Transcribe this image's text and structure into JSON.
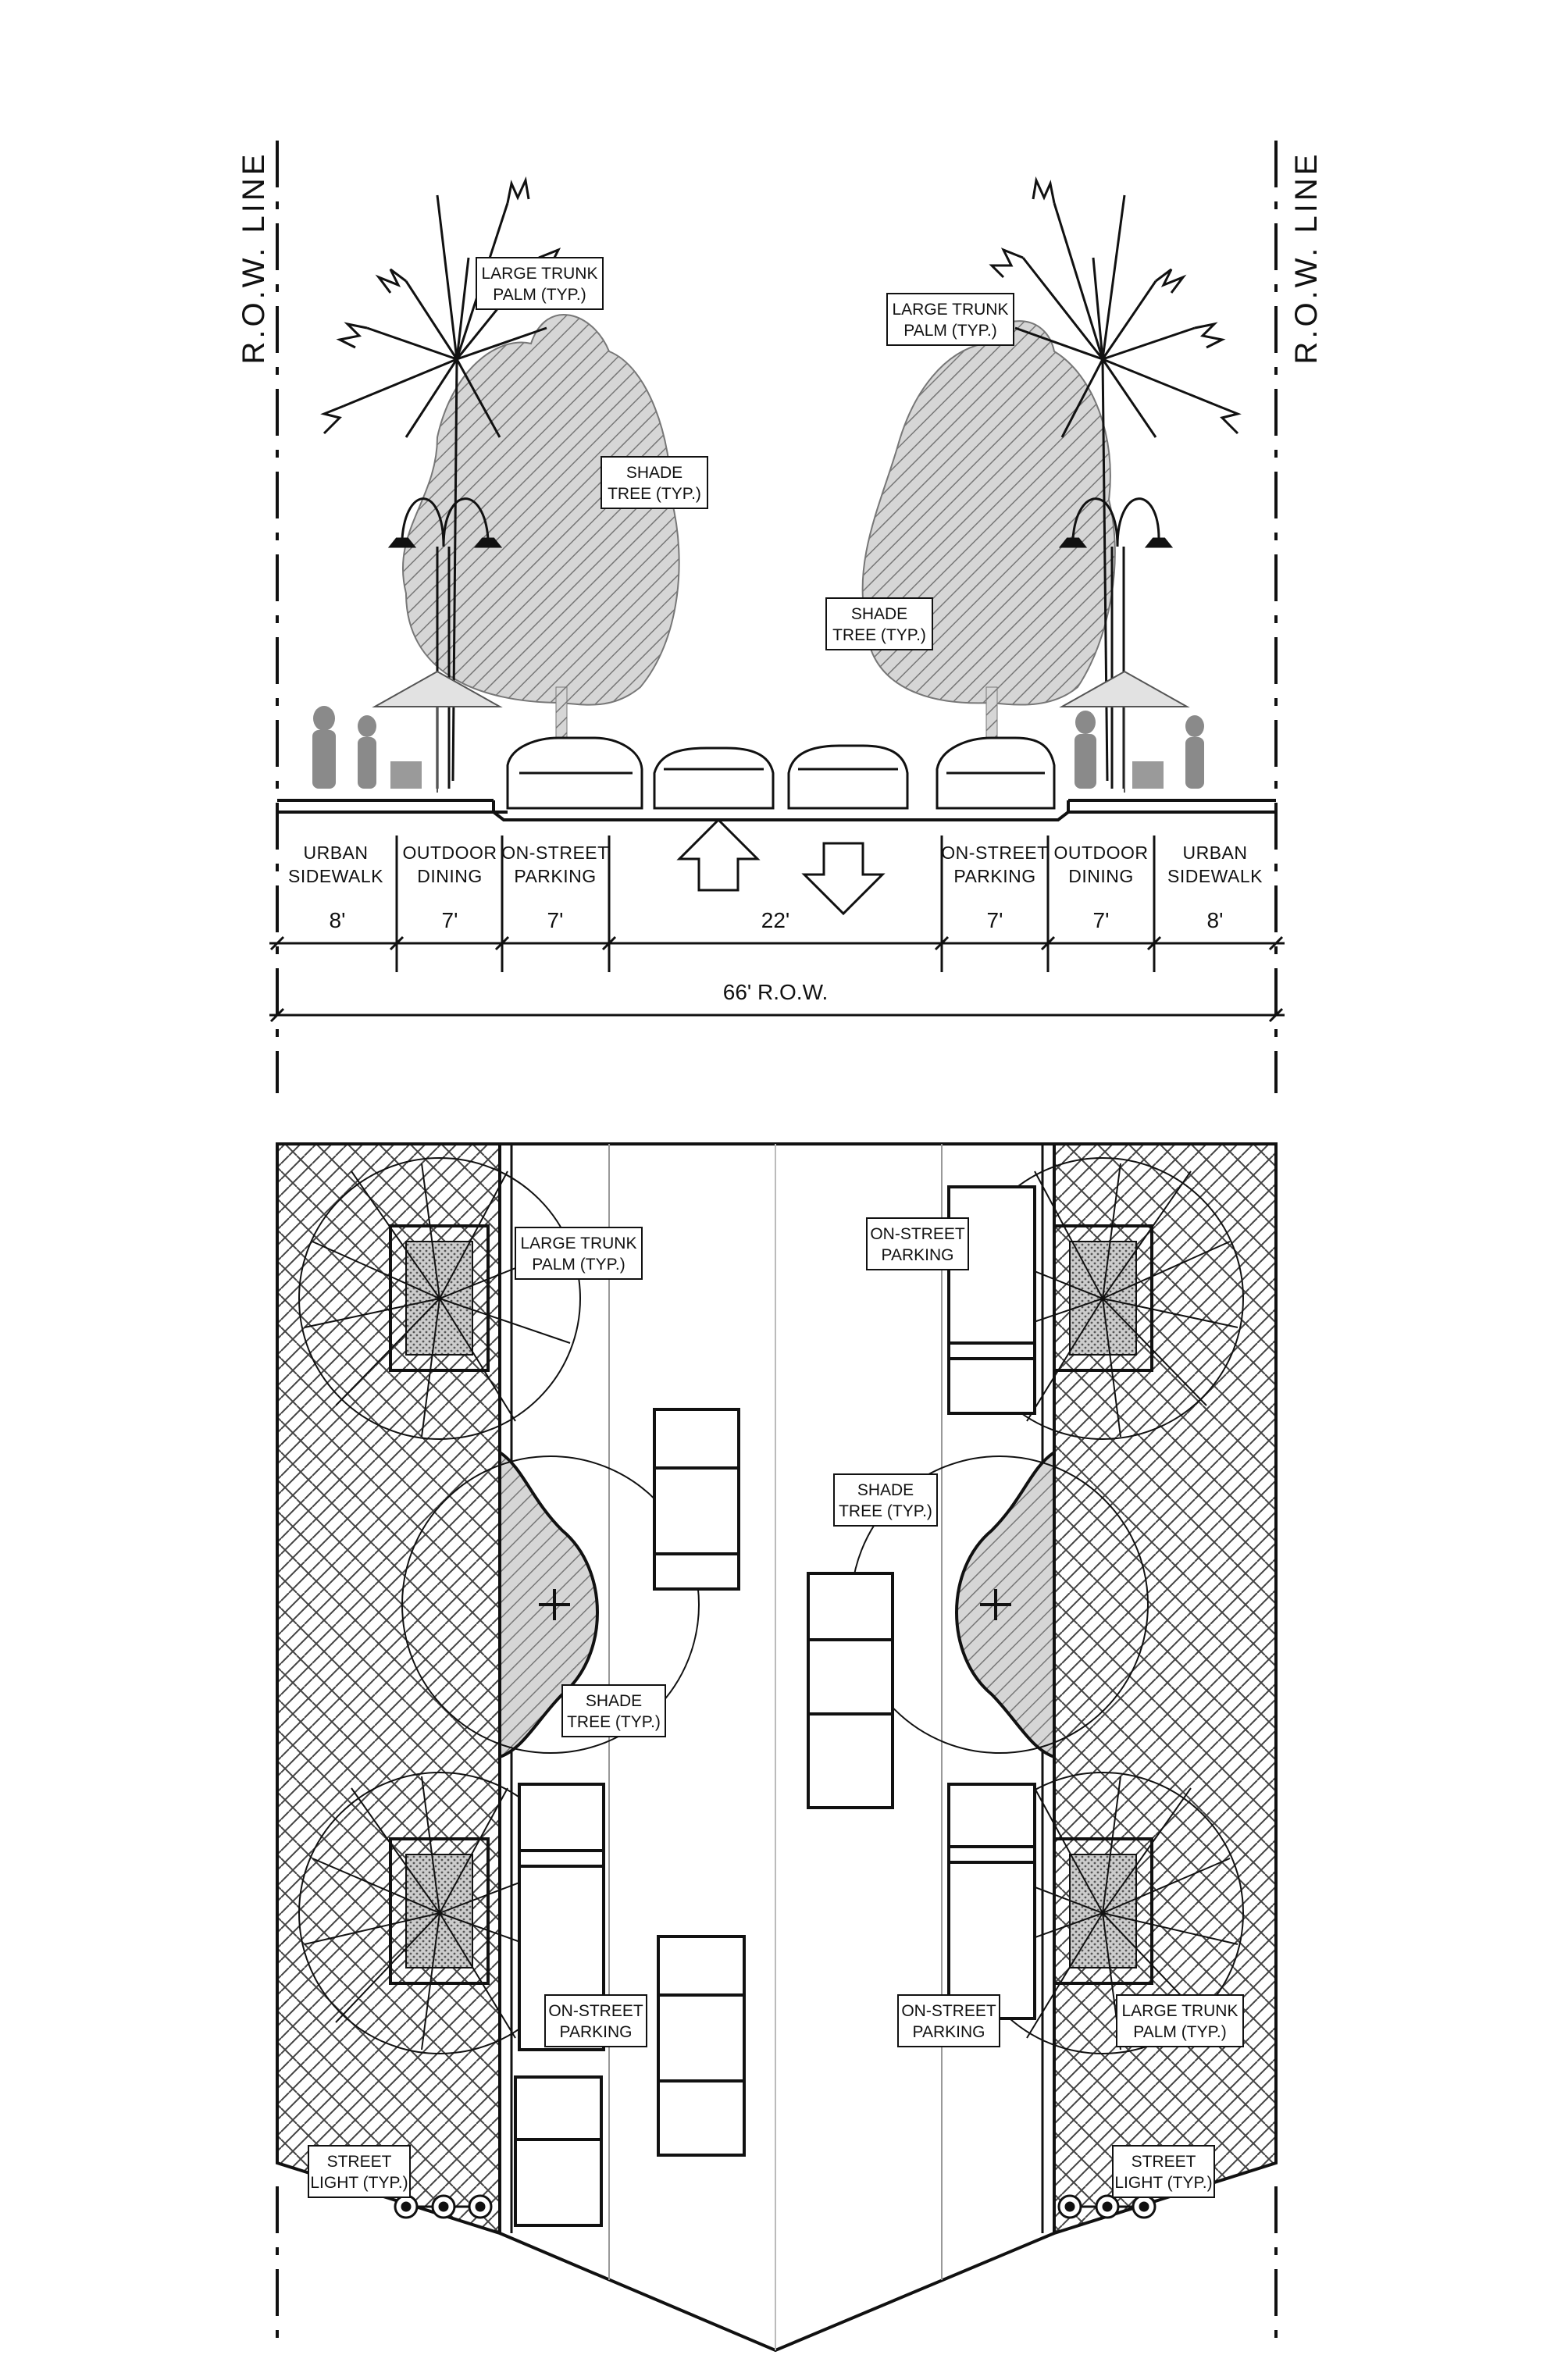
{
  "row_line": {
    "left": "R.O.W. LINE",
    "right": "R.O.W. LINE"
  },
  "zones": [
    {
      "line1": "URBAN",
      "line2": "SIDEWALK",
      "width": "8'"
    },
    {
      "line1": "OUTDOOR",
      "line2": "DINING",
      "width": "7'"
    },
    {
      "line1": "ON-STREET",
      "line2": "PARKING",
      "width": "7'"
    },
    {
      "line1": "",
      "line2": "",
      "width": "22'"
    },
    {
      "line1": "ON-STREET",
      "line2": "PARKING",
      "width": "7'"
    },
    {
      "line1": "OUTDOOR",
      "line2": "DINING",
      "width": "7'"
    },
    {
      "line1": "URBAN",
      "line2": "SIDEWALK",
      "width": "8'"
    }
  ],
  "total_row": "66' R.O.W.",
  "section_callouts": {
    "palm_left": {
      "line1": "LARGE TRUNK",
      "line2": "PALM (TYP.)"
    },
    "palm_right": {
      "line1": "LARGE TRUNK",
      "line2": "PALM (TYP.)"
    },
    "shade_left": {
      "line1": "SHADE",
      "line2": "TREE (TYP.)"
    },
    "shade_right": {
      "line1": "SHADE",
      "line2": "TREE (TYP.)"
    }
  },
  "plan_callouts": {
    "palm_top_left": {
      "line1": "LARGE TRUNK",
      "line2": "PALM (TYP.)"
    },
    "parking_top_right": {
      "line1": "ON-STREET",
      "line2": "PARKING"
    },
    "shade_right": {
      "line1": "SHADE",
      "line2": "TREE (TYP.)"
    },
    "shade_left": {
      "line1": "SHADE",
      "line2": "TREE (TYP.)"
    },
    "parking_bottom_left": {
      "line1": "ON-STREET",
      "line2": "PARKING"
    },
    "parking_bottom_right": {
      "line1": "ON-STREET",
      "line2": "PARKING"
    },
    "palm_bottom_right": {
      "line1": "LARGE TRUNK",
      "line2": "PALM (TYP.)"
    },
    "light_left": {
      "line1": "STREET",
      "line2": "LIGHT (TYP.)"
    },
    "light_right": {
      "line1": "STREET",
      "line2": "LIGHT (TYP.)"
    }
  }
}
